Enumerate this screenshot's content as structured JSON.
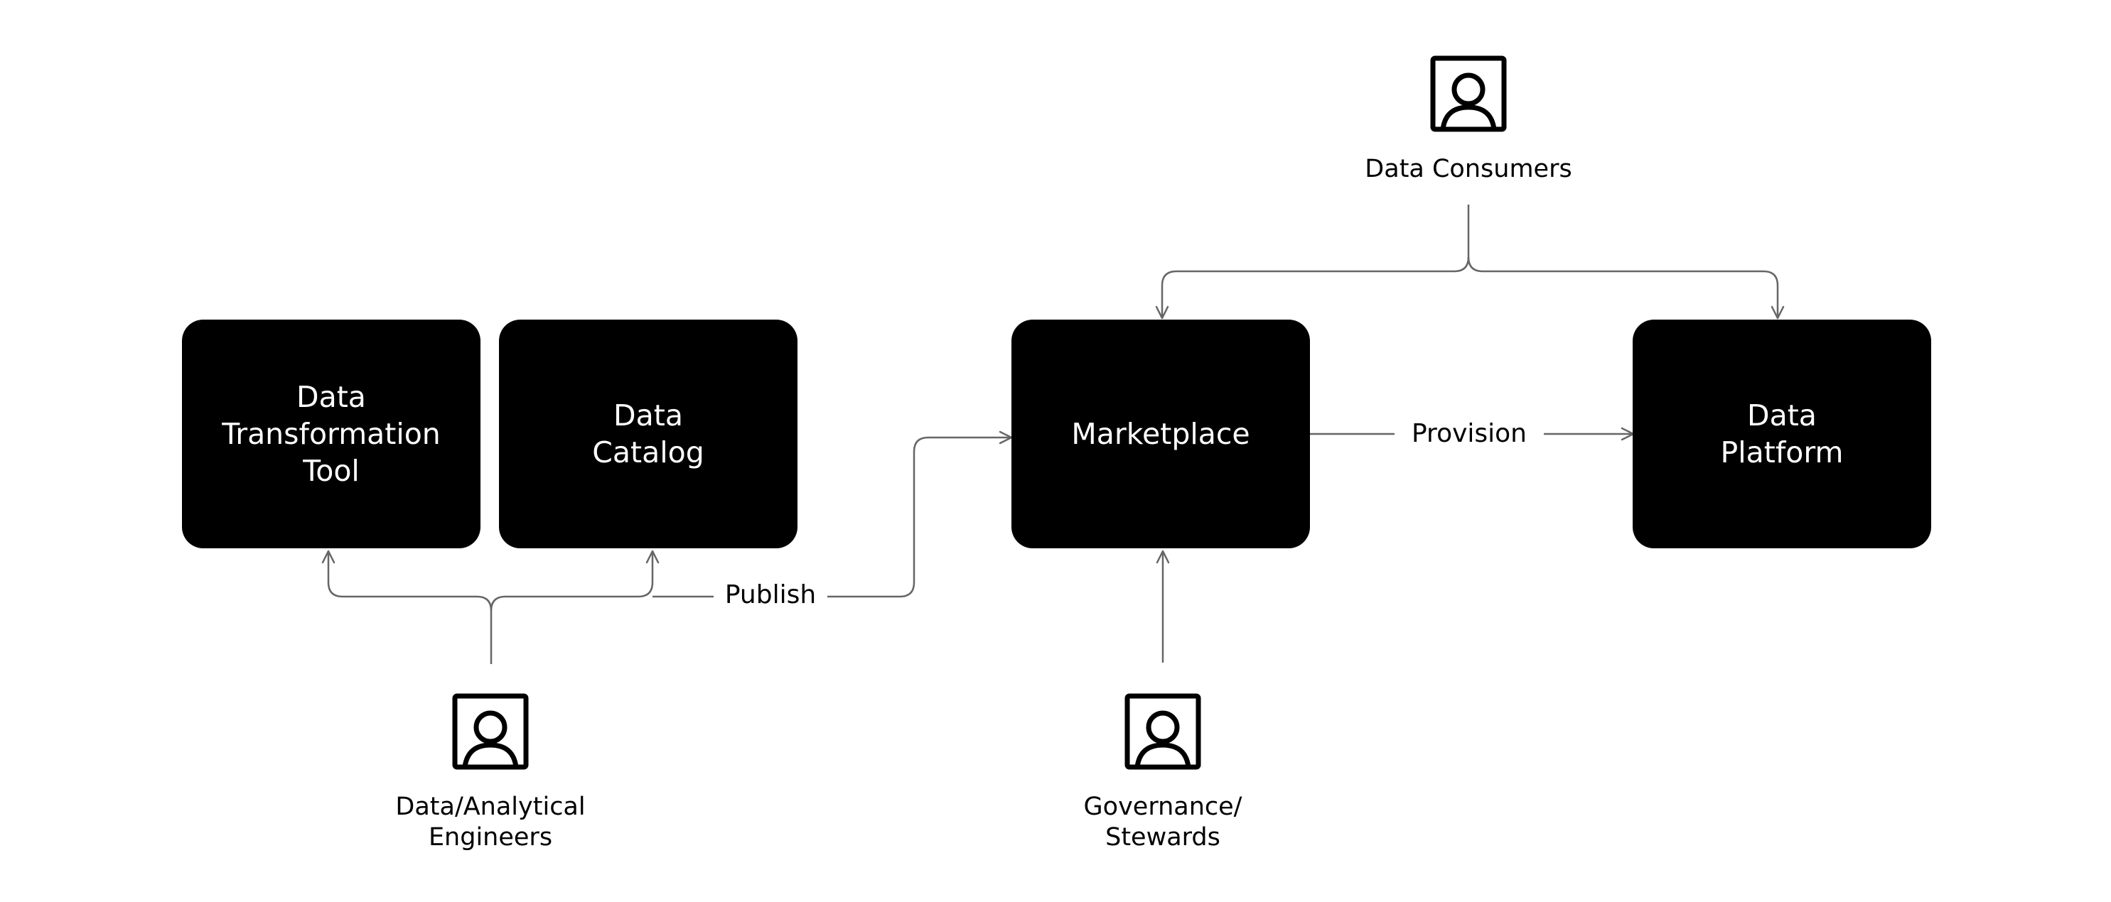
{
  "diagram": {
    "nodes": [
      {
        "id": "data-transformation-tool",
        "label": "Data\nTransformation\nTool"
      },
      {
        "id": "data-catalog",
        "label": "Data\nCatalog"
      },
      {
        "id": "marketplace",
        "label": "Marketplace"
      },
      {
        "id": "data-platform",
        "label": "Data\nPlatform"
      }
    ],
    "actors": [
      {
        "id": "data-consumers",
        "label": "Data Consumers",
        "icon": "person-icon"
      },
      {
        "id": "data-analytical-engineers",
        "label": "Data/Analytical\nEngineers",
        "icon": "person-icon"
      },
      {
        "id": "governance-stewards",
        "label": "Governance/\nStewards",
        "icon": "person-icon"
      }
    ],
    "edges": [
      {
        "from": "data-analytical-engineers",
        "to": "data-transformation-tool",
        "label": ""
      },
      {
        "from": "data-analytical-engineers",
        "to": "data-catalog",
        "label": ""
      },
      {
        "from": "data-analytical-engineers",
        "to": "marketplace",
        "label": "Publish"
      },
      {
        "from": "marketplace",
        "to": "data-platform",
        "label": "Provision"
      },
      {
        "from": "data-consumers",
        "to": "marketplace",
        "label": ""
      },
      {
        "from": "data-consumers",
        "to": "data-platform",
        "label": ""
      },
      {
        "from": "governance-stewards",
        "to": "marketplace",
        "label": ""
      }
    ],
    "colors": {
      "box": "#000000",
      "box_text": "#ffffff",
      "connector": "#666666",
      "icon": "#000000"
    }
  }
}
